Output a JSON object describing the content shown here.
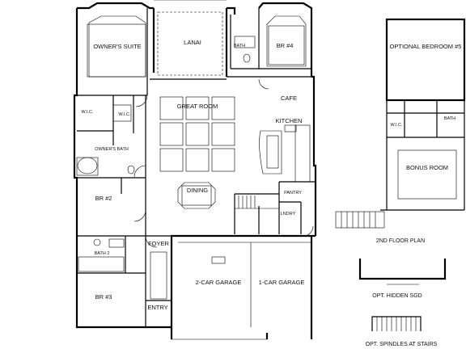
{
  "rooms": {
    "owners_suite": "OWNER'S SUITE",
    "lanai": "LANAI",
    "bath": "BATH",
    "br4": "BR #4",
    "cafe": "CAFE",
    "great_room": "GREAT ROOM",
    "kitchen": "KITCHEN",
    "wic": "W.I.C.",
    "wic2": "W.I.C.",
    "owners_bath": "OWNER'S BATH",
    "dining": "DINING",
    "pantry": "PANTRY",
    "laundry": "LNDRY",
    "br2": "BR #2",
    "bath2": "BATH 2",
    "foyer": "FOYER",
    "garage2": "2-CAR GARAGE",
    "garage1": "1-CAR GARAGE",
    "br3": "BR #3",
    "entry": "ENTRY",
    "optional_bedroom": "OPTIONAL BEDROOM #5",
    "bonus_room": "BONUS ROOM",
    "wic_upper": "W.I.C.",
    "bath_upper": "BATH"
  },
  "captions": {
    "second_floor": "2ND FLOOR PLAN",
    "hidden_sgd": "OPT. HIDDEN SGD",
    "spindles": "OPT. SPINDLES AT STAIRS"
  }
}
